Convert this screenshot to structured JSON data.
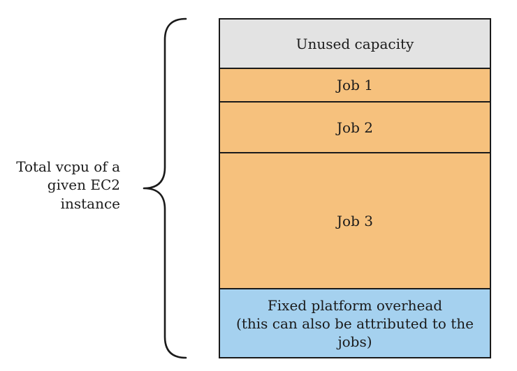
{
  "diagram": {
    "ink_color": "#1a1a1a",
    "brace": {
      "label": "Total vcpu of a\ngiven EC2\ninstance"
    },
    "bar": {
      "border_color": "#1a1a1a",
      "segments": [
        {
          "label": "Unused capacity",
          "color": "#e3e3e3",
          "height": 71
        },
        {
          "label": "Job 1",
          "color": "#f6c17d",
          "height": 48
        },
        {
          "label": "Job 2",
          "color": "#f6c17d",
          "height": 73
        },
        {
          "label": "Job 3",
          "color": "#f6c17d",
          "height": 195
        },
        {
          "label": "Fixed platform overhead\n(this can also be attributed to the jobs)",
          "color": "#a5d1ef",
          "height": 97
        }
      ]
    }
  }
}
